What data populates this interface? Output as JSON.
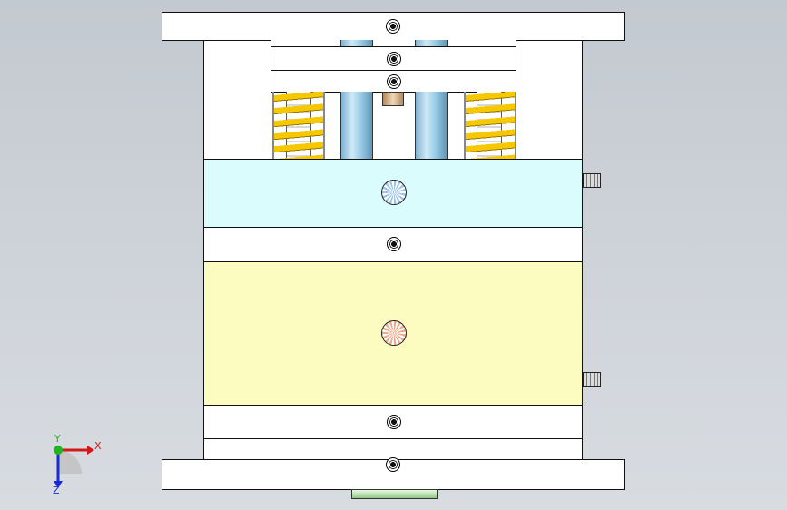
{
  "view": {
    "colors": {
      "background_top": "#c3c9d0",
      "cavity_plate": "#dafcfc",
      "core_plate": "#fdfcc0",
      "spring": "#f5c800",
      "guide_rod": "#9fd0ea",
      "locating_ring": "#b9e4b0"
    }
  },
  "triad": {
    "x_label": "X",
    "y_label": "Y",
    "z_label": "Z",
    "x_color": "#d21a1a",
    "y_color": "#22b422",
    "z_color": "#1a2ad2"
  }
}
